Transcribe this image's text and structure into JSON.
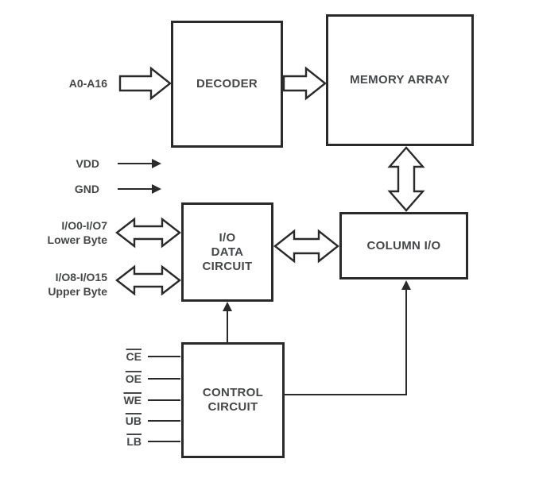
{
  "diagram": {
    "blocks": {
      "decoder": {
        "label": "DECODER"
      },
      "memory_array": {
        "label": "MEMORY ARRAY"
      },
      "io_data_circuit": {
        "line1": "I/O",
        "line2": "DATA",
        "line3": "CIRCUIT"
      },
      "column_io": {
        "label": "COLUMN I/O"
      },
      "control_circuit": {
        "line1": "CONTROL",
        "line2": "CIRCUIT"
      }
    },
    "signals": {
      "address_bus": "A0-A16",
      "vdd": "VDD",
      "gnd": "GND",
      "lower_byte": {
        "line1": "I/O0-I/O7",
        "line2": "Lower Byte"
      },
      "upper_byte": {
        "line1": "I/O8-I/O15",
        "line2": "Upper Byte"
      },
      "control_inputs": [
        "CE",
        "OE",
        "WE",
        "UB",
        "LB"
      ]
    },
    "colors": {
      "line": "#2a2a2a",
      "text": "#454748",
      "background": "#ffffff"
    }
  }
}
